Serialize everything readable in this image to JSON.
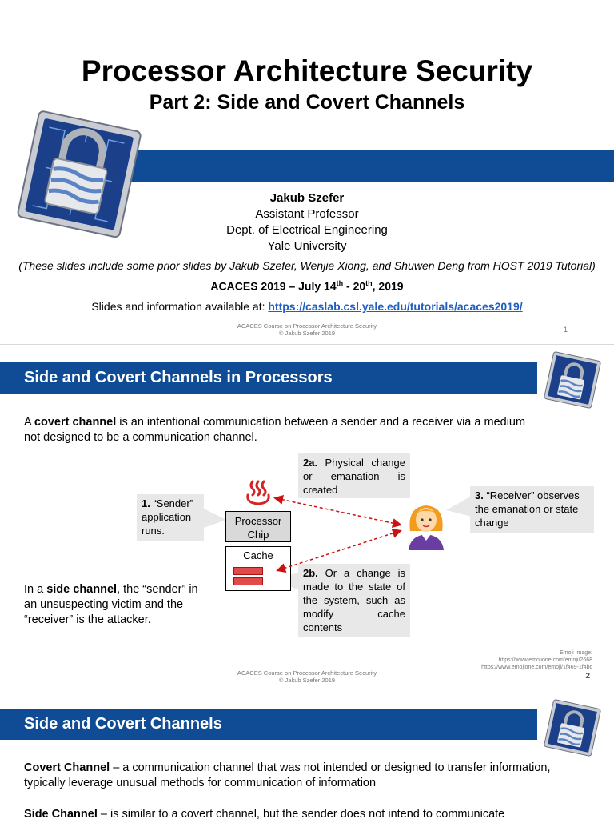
{
  "slide1": {
    "title": "Processor Architecture Security",
    "subtitle": "Part 2: Side and Covert Channels",
    "author": "Jakub Szefer",
    "position": "Assistant Professor",
    "dept": "Dept. of Electrical Engineering",
    "university": "Yale University",
    "note": "(These slides include some prior slides by Jakub Szefer, Wenjie Xiong, and Shuwen Deng from HOST 2019 Tutorial)",
    "aces_a": "ACACES 2019 – July 14",
    "aces_sup1": "th",
    "aces_b": " - 20",
    "aces_sup2": "th",
    "aces_c": ", 2019",
    "slides_prefix": "Slides and information available at: ",
    "slides_link": "https://caslab.csl.yale.edu/tutorials/acaces2019/",
    "footer1": "ACACES Course on Processor Architecture Security",
    "footer2": "© Jakub Szefer 2019",
    "page": "1"
  },
  "slide2": {
    "heading": "Side and Covert Channels in Processors",
    "p1_a": "A ",
    "p1_bold": "covert channel",
    "p1_b": " is an intentional communication between a sender and a receiver via a medium",
    "p1_c": "not designed to be a communication channel.",
    "c1_num": "1.",
    "c1_text": " “Sender” application runs.",
    "c2a_num": "2a.",
    "c2a_text": " Physical change or emanation is created",
    "c2b_num": "2b.",
    "c2b_text": " Or a change is made to the state of the system, such as modify cache contents",
    "c3_num": "3.",
    "c3_text": " “Receiver” observes the emanation or state change",
    "chip_label": "Processor Chip",
    "cache_label": "Cache",
    "p2_a": "In a ",
    "p2_bold": "side channel",
    "p2_b": ", the “sender” in an unsuspecting victim and the “receiver” is the attacker.",
    "credit1": "Emoji Image:",
    "credit2": "https://www.emojione.com/emoji/2668",
    "credit3": "https://www.emojione.com/emoji/1f469-1f4bc",
    "footer1": "ACACES Course on Processor Architecture Security",
    "footer2": "© Jakub Szefer 2019",
    "page": "2"
  },
  "slide3": {
    "heading": "Side and Covert Channels",
    "cc_bold": "Covert Channel",
    "cc_text": " – a communication channel that was not intended or designed to transfer information, typically leverage unusual methods for communication of information",
    "sc_bold": "Side Channel",
    "sc_text": " – is similar to a covert channel, but the sender does not intend to communicate"
  },
  "colors": {
    "band": "#0f4c95",
    "link": "#1f5fbf",
    "callout": "#e8e8e8",
    "arrow": "#cc1111"
  }
}
